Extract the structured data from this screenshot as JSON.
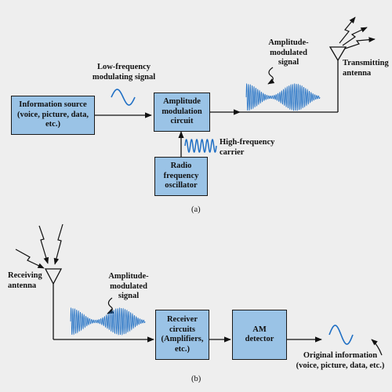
{
  "diagram_a": {
    "caption": "(a)",
    "info_source": "Information source\n(voice, picture, data,\netc.)",
    "am_circuit": "Amplitude\nmodulation\ncircuit",
    "rf_oscillator": "Radio\nfrequency\noscillator",
    "low_freq_label": "Low-frequency\nmodulating signal",
    "high_freq_label": "High-frequency\ncarrier",
    "am_signal_label": "Amplitude-\nmodulated\nsignal",
    "tx_antenna_label": "Transmitting\nantenna"
  },
  "diagram_b": {
    "caption": "(b)",
    "receiving_antenna_label": "Receiving\nantenna",
    "am_signal_label": "Amplitude-\nmodulated\nsignal",
    "receiver_circuits": "Receiver\ncircuits\n(Amplifiers,\netc.)",
    "am_detector": "AM\ndetector",
    "original_info_label": "Original information\n(voice, picture, data, etc.)"
  },
  "colors": {
    "box_fill": "#9ac3e6",
    "signal_blue": "#1f6fc4",
    "line": "#111111",
    "background": "#eeeeee"
  }
}
